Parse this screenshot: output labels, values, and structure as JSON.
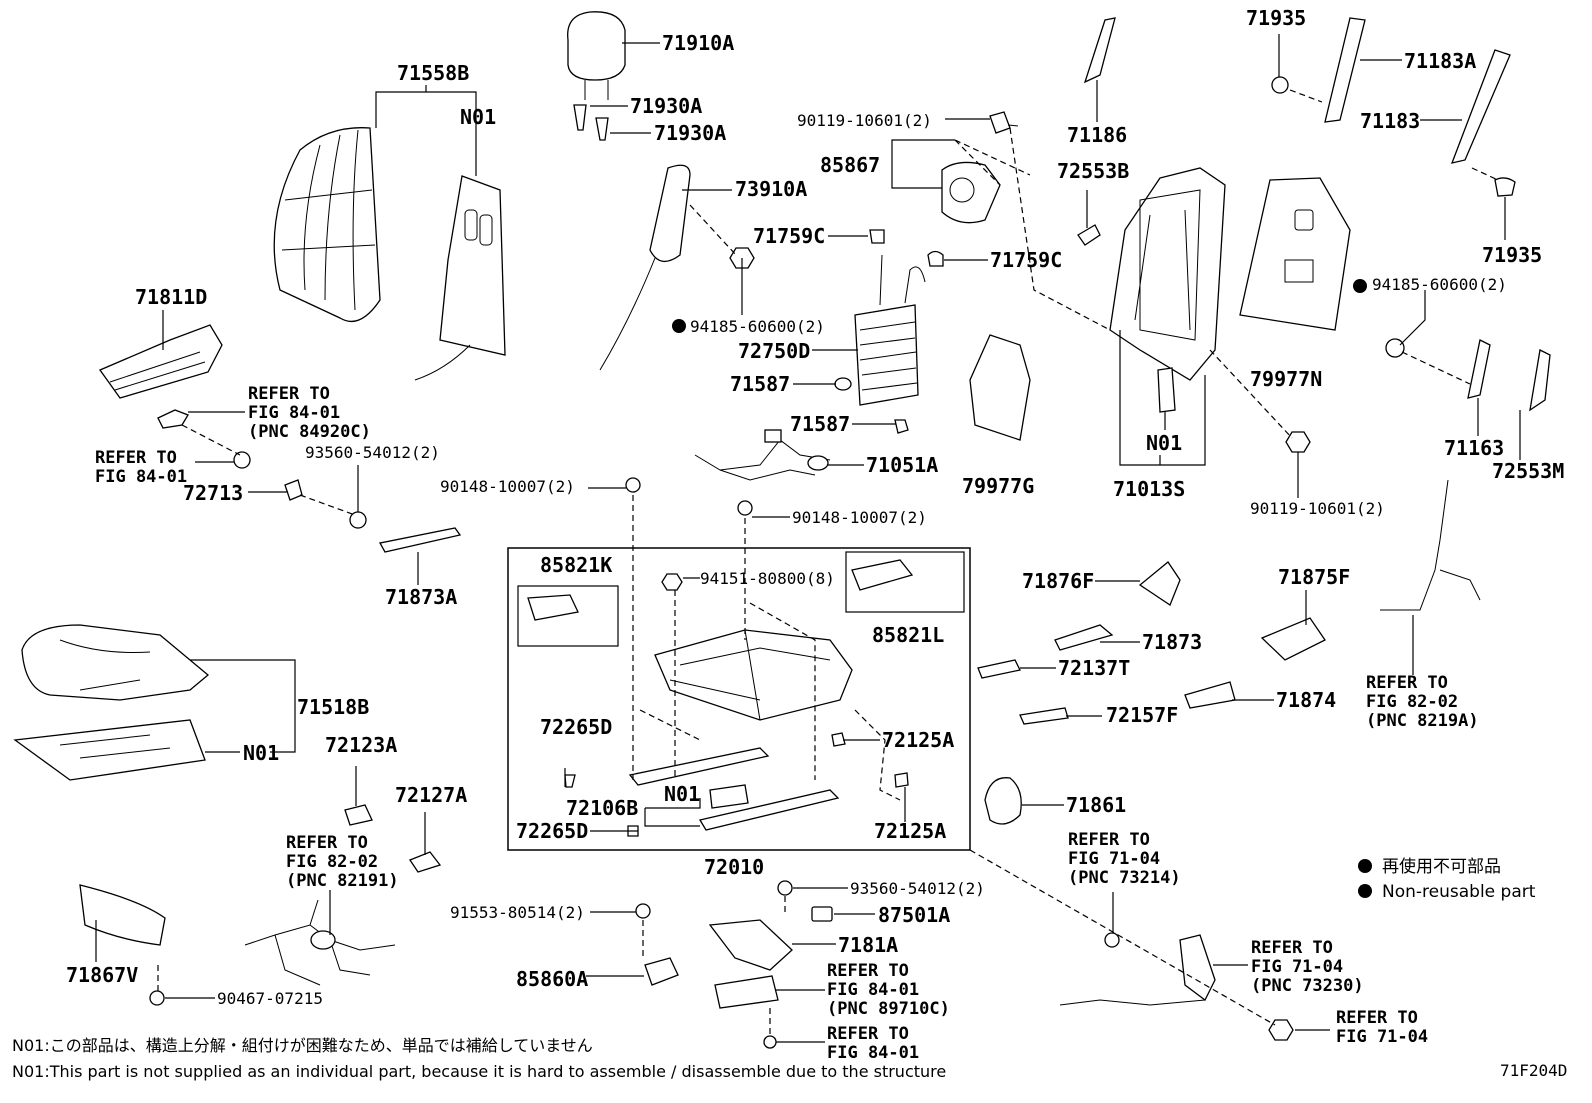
{
  "parts": {
    "p71558B": "71558B",
    "p71558B_N01": "N01",
    "p71910A": "71910A",
    "p71930A_1": "71930A",
    "p71930A_2": "71930A",
    "p73910A": "73910A",
    "p94185_l": "94185-60600(2)",
    "p71759C_1": "71759C",
    "p71759C_2": "71759C",
    "p90119_t": "90119-10601(2)",
    "p85867": "85867",
    "p72750D": "72750D",
    "p71587_1": "71587",
    "p71587_2": "71587",
    "p71051A": "71051A",
    "p71186": "71186",
    "p72553B": "72553B",
    "p71935_t": "71935",
    "p71183A": "71183A",
    "p71183": "71183",
    "p71935_b": "71935",
    "p94185_r": "94185-60600(2)",
    "p79977N": "79977N",
    "p79977G": "79977G",
    "p71013S_N01": "N01",
    "p71013S": "71013S",
    "p90119_b": "90119-10601(2)",
    "p71163": "71163",
    "p72553M": "72553M",
    "p71811D": "71811D",
    "p72713": "72713",
    "p93560_l": "93560-54012(2)",
    "p71873A": "71873A",
    "p90148_l": "90148-10007(2)",
    "p90148_r": "90148-10007(2)",
    "p85821K": "85821K",
    "p94151": "94151-80800(8)",
    "p85821L": "85821L",
    "p72265D_1": "72265D",
    "p72106B": "72106B",
    "p72010_N01": "N01",
    "p72265D_2": "72265D",
    "p72125A_1": "72125A",
    "p72125A_2": "72125A",
    "p72010": "72010",
    "p71518B": "71518B",
    "p71518B_N01": "N01",
    "p72123A": "72123A",
    "p72127A": "72127A",
    "p71867V": "71867V",
    "p90467": "90467-07215",
    "p91553": "91553-80514(2)",
    "p85860A": "85860A",
    "p93560_r": "93560-54012(2)",
    "p87501A": "87501A",
    "p7181A": "7181A",
    "p71876F": "71876F",
    "p71873": "71873",
    "p72137T": "72137T",
    "p72157F": "72157F",
    "p71874": "71874",
    "p71875F": "71875F",
    "p71861": "71861",
    "fig": "71F204D"
  },
  "refs": {
    "r1": [
      "REFER TO",
      "FIG 84-01",
      "(PNC 84920C)"
    ],
    "r2": [
      "REFER TO",
      "FIG 84-01"
    ],
    "r3": [
      "REFER TO",
      "FIG 82-02",
      "(PNC 82191)"
    ],
    "r4": [
      "REFER TO",
      "FIG 84-01",
      "(PNC 89710C)"
    ],
    "r5": [
      "REFER TO",
      "FIG 84-01"
    ],
    "r6": [
      "REFER TO",
      "FIG 71-04",
      "(PNC 73214)"
    ],
    "r7": [
      "REFER TO",
      "FIG 71-04",
      "(PNC 73230)"
    ],
    "r8": [
      "REFER TO",
      "FIG 71-04"
    ],
    "r9": [
      "REFER TO",
      "FIG 82-02",
      "(PNC 8219A)"
    ]
  },
  "legend": {
    "jp": "再使用不可部品",
    "en": "Non-reusable part"
  },
  "notes": {
    "jp": "N01:この部品は、構造上分解・組付けが困難なため、単品では補給していません",
    "en": "N01:This part is not supplied as an individual part, because it is hard to assemble / disassemble due to the structure"
  },
  "colors": {
    "line": "#000000",
    "background": "#ffffff"
  }
}
